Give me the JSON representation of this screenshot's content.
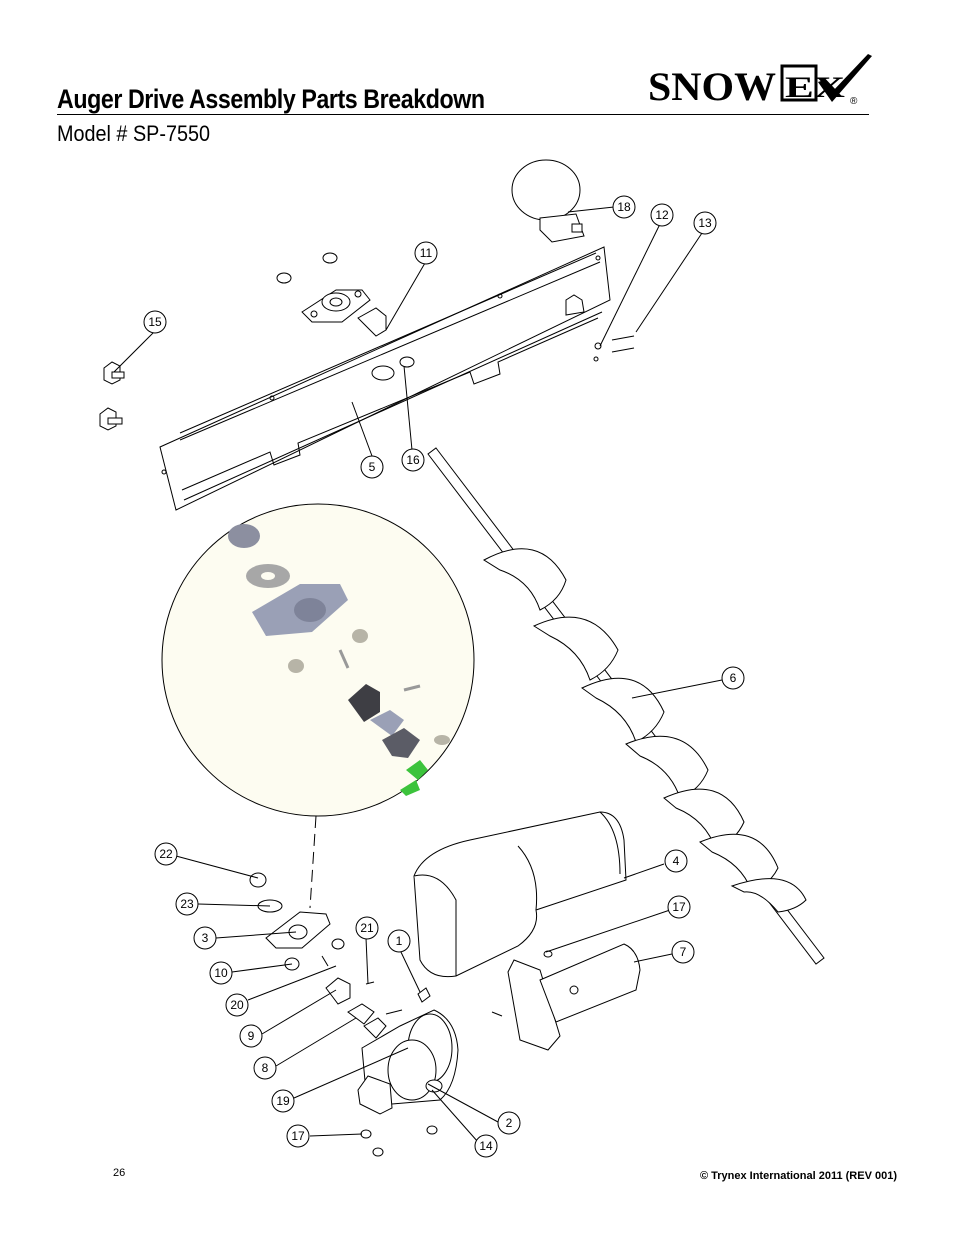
{
  "header": {
    "title": "Auger Drive Assembly Parts Breakdown",
    "subtitle": "Model # SP-7550",
    "logo": {
      "part1": "SNOW",
      "part2": "EX",
      "mark": "®"
    }
  },
  "callouts": [
    "18",
    "12",
    "13",
    "11",
    "15",
    "5",
    "16",
    "6",
    "4",
    "17",
    "7",
    "22",
    "23",
    "3",
    "21",
    "1",
    "10",
    "20",
    "9",
    "8",
    "19",
    "2",
    "17",
    "14"
  ],
  "footer": {
    "page_number": "26",
    "copyright": "© Trynex International 2011  (REV 001)"
  }
}
